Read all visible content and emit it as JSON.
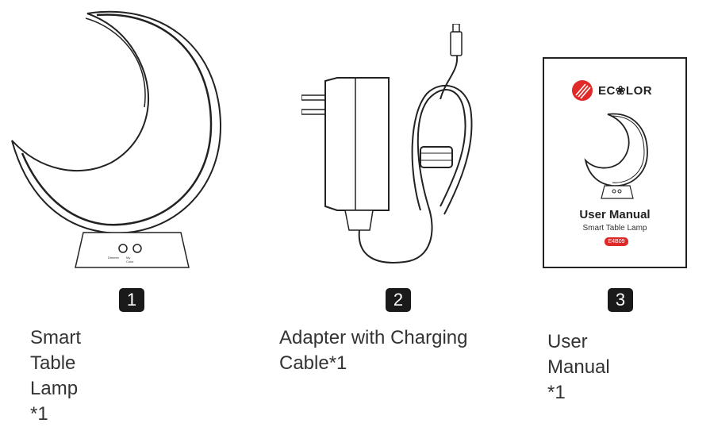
{
  "items": [
    {
      "number": "1",
      "caption": "Smart Table Lamp *1"
    },
    {
      "number": "2",
      "caption": "Adapter with Charging Cable*1"
    },
    {
      "number": "3",
      "caption": "User Manual *1"
    }
  ],
  "lamp": {
    "button_left": "Dimmer",
    "button_right": "My Color"
  },
  "manual": {
    "brand": "EC❀LOR",
    "title": "User Manual",
    "subtitle": "Smart Table Lamp",
    "code": "E4B09"
  },
  "colors": {
    "brand_red": "#e02a2a",
    "badge": "#1a1a1a",
    "line": "#222222"
  }
}
